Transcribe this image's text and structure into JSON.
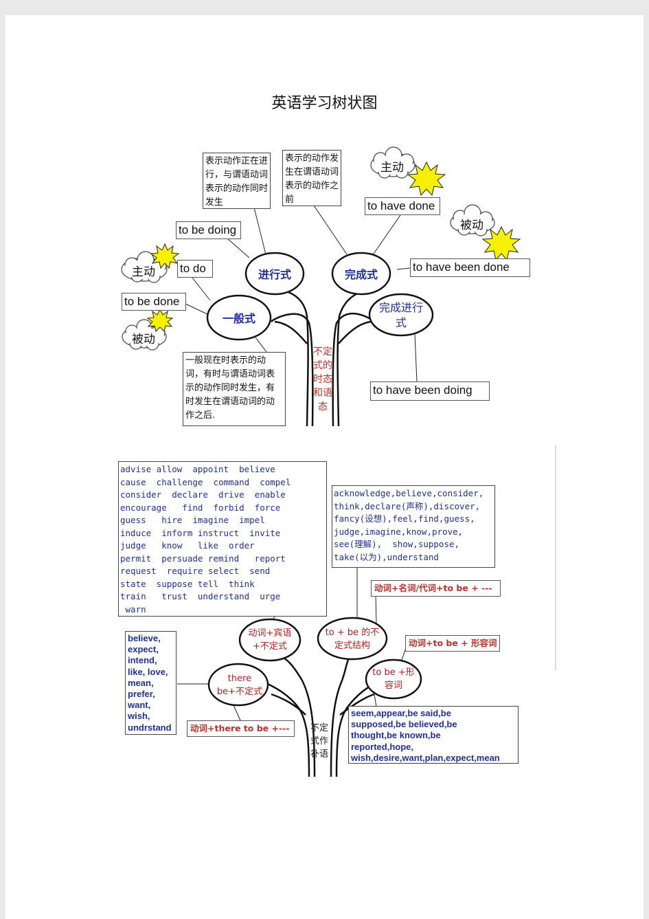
{
  "title": "英语学习树状图",
  "tree1": {
    "ovals": {
      "progressive": "进行式",
      "perfect": "完成式",
      "simple": "一般式",
      "perfect_progressive": "完成进行式"
    },
    "trunk_label": "不定式的时态和语态",
    "desc_progressive": "表示动作正在进行，与谓语动词表示的动作同时发生",
    "desc_perfect": "表示的动作发生在谓语动词表示的动作之前",
    "desc_simple": "一般现在时表示的动词，有时与谓语动词表示的动作同时发生，有时发生在谓语动词的动作之后.",
    "forms": {
      "to_be_doing": "to be doing",
      "to_do": "to do",
      "to_be_done": "to be done",
      "to_have_done": "to have done",
      "to_have_been_done": "to have been done",
      "to_have_been_doing": "to have been doing"
    },
    "clouds": {
      "active_left": "主动",
      "passive_left": "被动",
      "active_right": "主动",
      "passive_right": "被动"
    }
  },
  "tree2": {
    "verb_list": "advise allow  appoint  believe\ncause  challenge  command  compel\nconsider  declare  drive  enable\nencourage   find  forbid  force\nguess   hire  imagine  impel\ninduce  inform instruct  invite\njudge   know   like  order\npermit  persuade remind   report\nrequest  require select  send\nstate  suppose tell  think\ntrain   trust  understand  urge\n warn",
    "think_list": "acknowledge,believe,consider,\nthink,declare(声称),discover,\nfancy(设想),feel,find,guess,\njudge,imagine,know,prove,\nsee(理解),  show,suppose,\ntake(以为),understand",
    "ovals": {
      "verb_obj_inf": "动词+宾语+不定式",
      "to_be_struct": "to + be 的不定式结构",
      "there_be": "there be+不定式",
      "to_be_adj": "to be +形容词"
    },
    "pattern_noun": "动词+名词/代词+to be + ---",
    "pattern_adj": "动词+to be + 形容词",
    "pattern_there": "动词+there to be +---",
    "believe_list": "believe,\nexpect,\nintend,\nlike, love,\nmean,\nprefer,\nwant,\nwish,\nundrstand",
    "seem_list": "seem,appear,be said,be\nsupposed,be believed,be\nthought,be known,be\nreported,hope,\nwish,desire,want,plan,expect,mean",
    "trunk_label": "不定式作补语"
  }
}
